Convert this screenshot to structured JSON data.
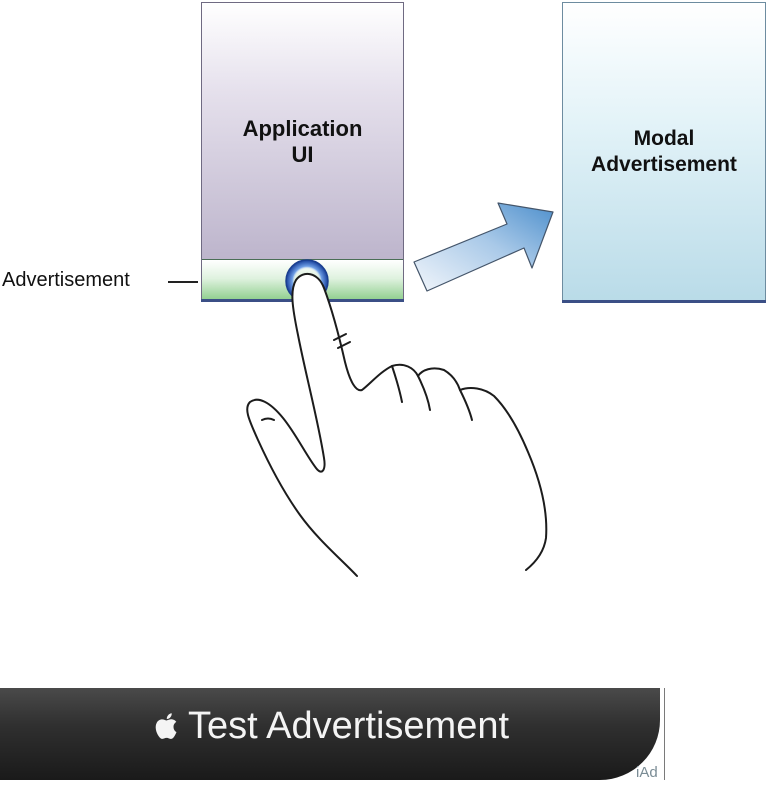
{
  "diagram": {
    "app_screen": {
      "label": "Application\nUI"
    },
    "modal_screen": {
      "label": "Modal\nAdvertisement"
    },
    "banner_callout": {
      "label": "Advertisement"
    }
  },
  "iad_banner": {
    "title": "Test Advertisement",
    "mark": "iAd",
    "logo_icon": "apple-icon"
  },
  "colors": {
    "app_gradient_bottom": "#b3aac4",
    "ad_banner_green": "#8ccd8a",
    "modal_blue": "#b9dbe8",
    "arrow_blue": "#5b9ad0",
    "tap_ring_blue": "#1f4fb0",
    "iad_bar_dark": "#1a1a1a"
  }
}
